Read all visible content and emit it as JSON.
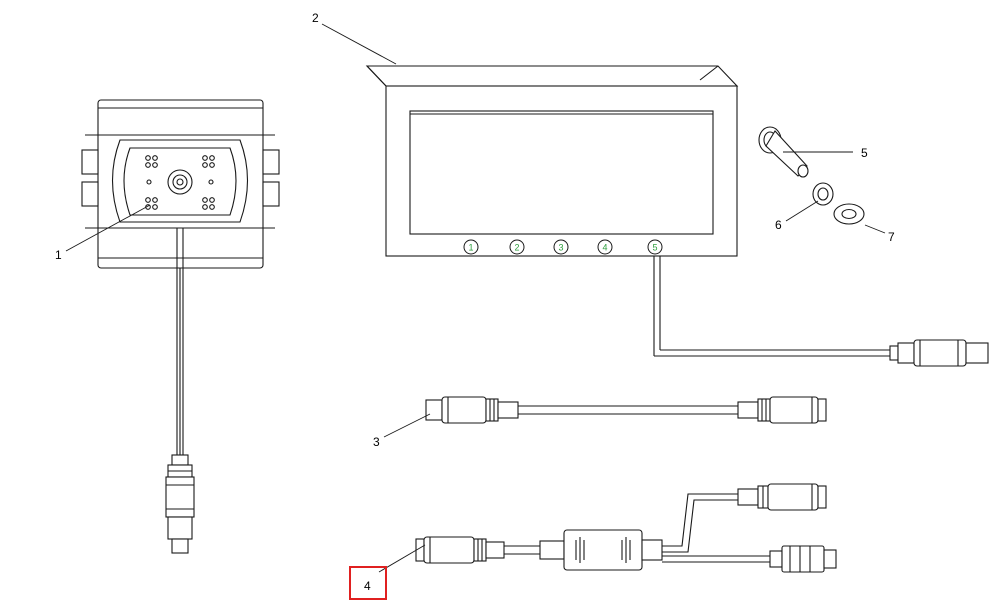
{
  "callouts": {
    "c1": "1",
    "c2": "2",
    "c3": "3",
    "c4": "4",
    "c5": "5",
    "c6": "6",
    "c7": "7"
  },
  "monitor_buttons": [
    "1",
    "2",
    "3",
    "4",
    "5"
  ],
  "colors": {
    "line": "#1a1a1a",
    "button_number": "#2e9e3e",
    "highlight_box": "#e02020"
  }
}
